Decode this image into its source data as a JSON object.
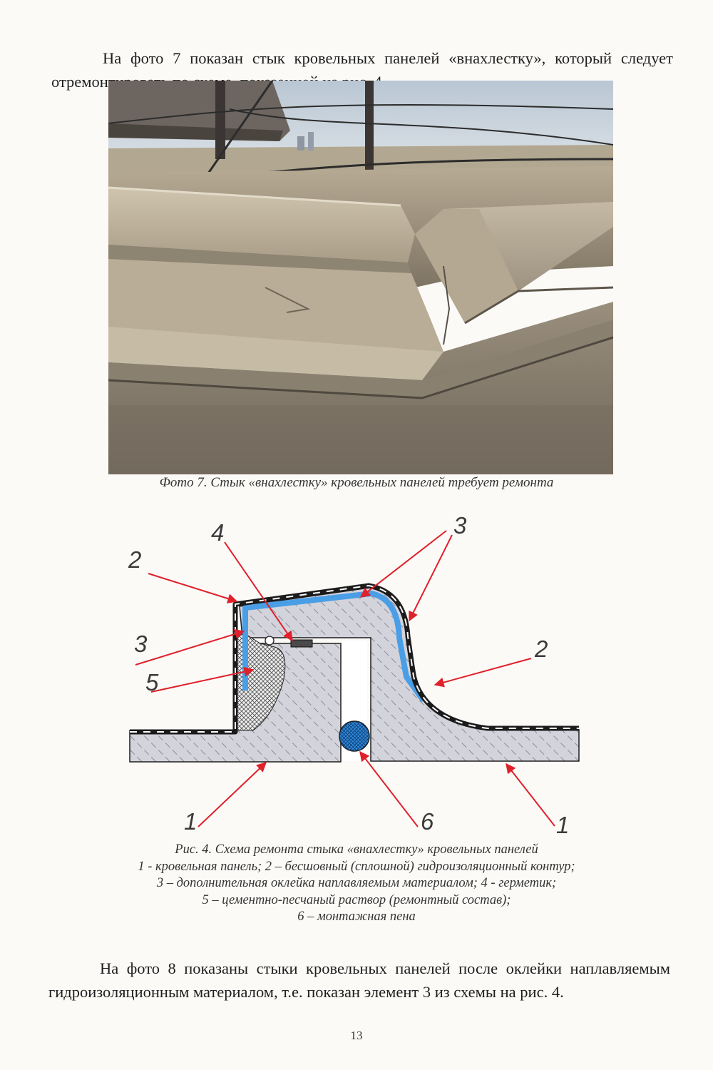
{
  "paragraphs": {
    "intro": "На фото 7 показан стык кровельных панелей «внахлестку», который следует отремонтировать по схеме, показанной на рис. 4.",
    "outro": "На фото 8 показаны стыки кровельных панелей после оклейки наплавляемым гидроизоляционным материалом, т.е. показан элемент 3 из схемы на рис. 4."
  },
  "photo": {
    "caption": "Фото 7. Стык «внахлестку» кровельных панелей требует ремонта"
  },
  "figure": {
    "callouts": {
      "c1_left": "1",
      "c1_right": "1",
      "c2_left": "2",
      "c2_right": "2",
      "c3_top": "3",
      "c3_left": "3",
      "c4": "4",
      "c5": "5",
      "c6": "6"
    },
    "caption_lines": [
      "Рис. 4. Схема ремонта стыка «внахлестку» кровельных панелей",
      "1 - кровельная панель; 2 – бесшовный (сплошной) гидроизоляционный контур;",
      "3 – дополнительная оклейка наплавляемым материалом; 4 - герметик;",
      "5 – цементно-песчаный раствор (ремонтный состав);",
      "6 – монтажная пена"
    ],
    "colors": {
      "concrete": "#d3d3db",
      "membrane": "#1b1b1b",
      "extra_layer": "#4a9ee6",
      "arrows": "#e0202a",
      "foam": "#2f89d6",
      "mortar": "#9a9a9a"
    }
  },
  "page_number": "13"
}
